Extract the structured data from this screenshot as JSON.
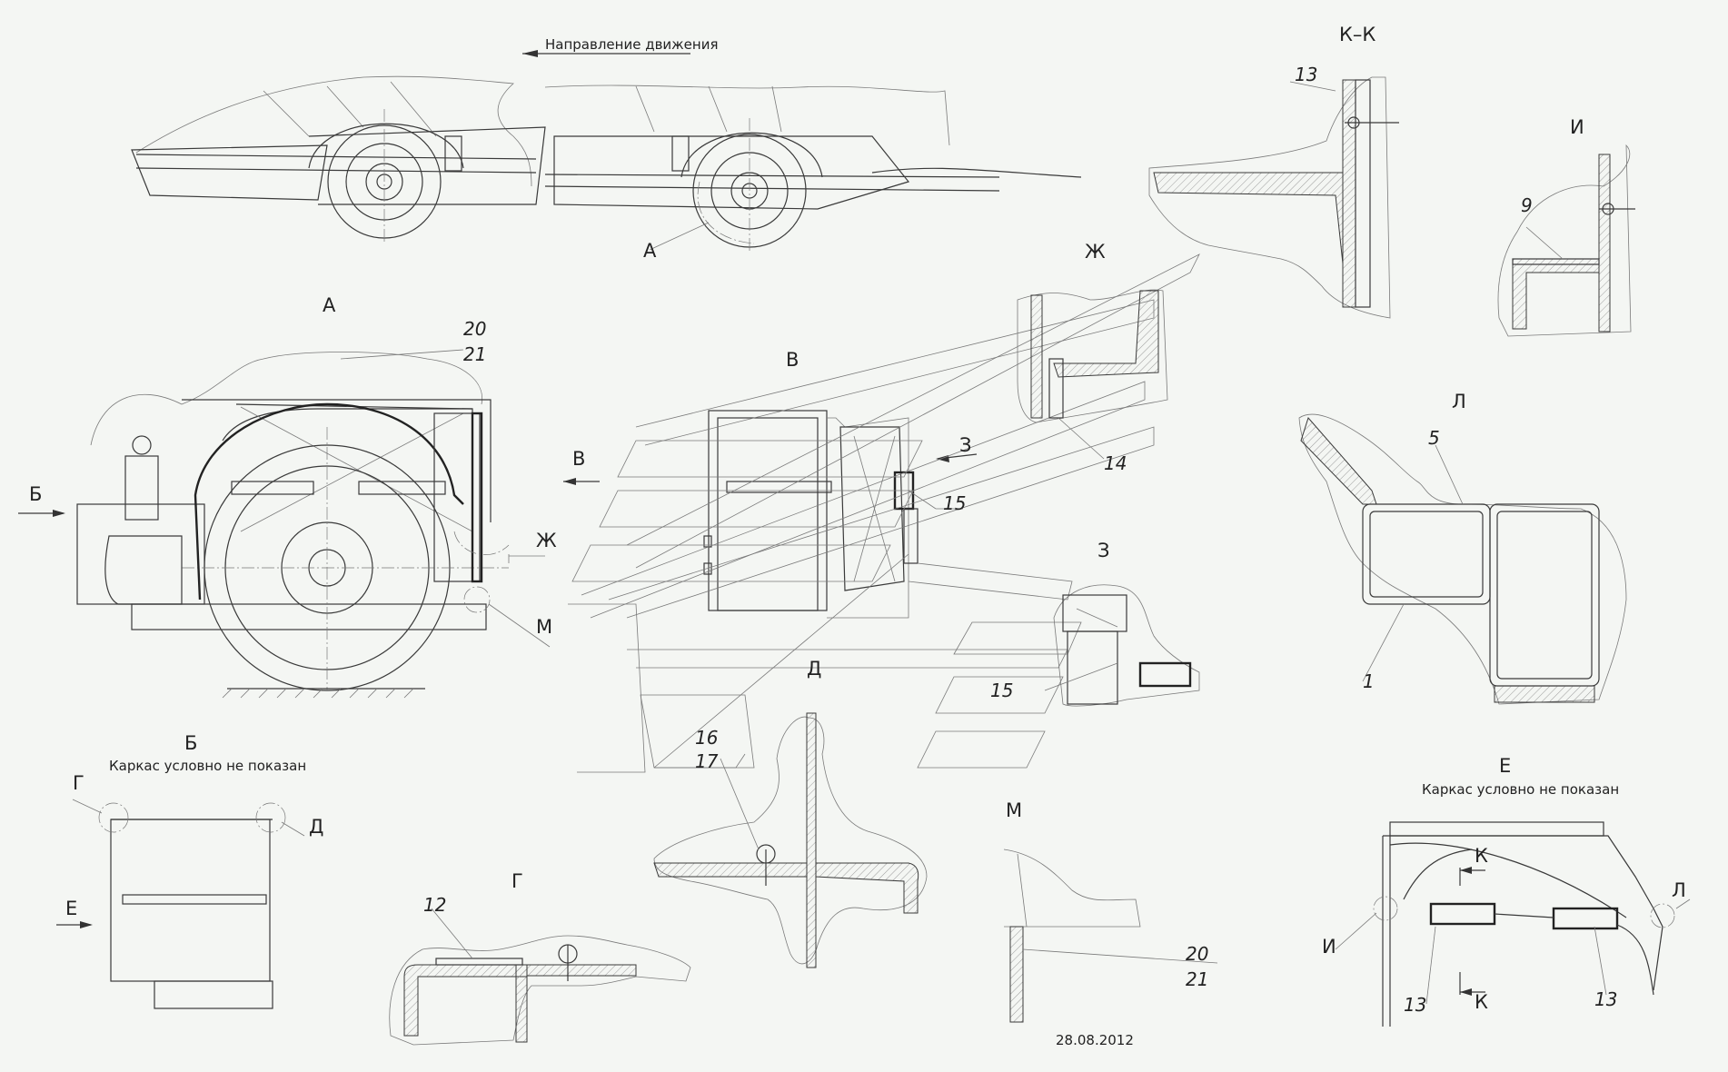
{
  "direction_label": "Направление движения",
  "frame_note": "Каркас условно не показан",
  "date": "28.08.2012",
  "view_labels": {
    "a_top": "А",
    "a_main": "А",
    "b": "Б",
    "b_arrow": "Б",
    "v": "В",
    "v_arrow": "В",
    "zh": "Ж",
    "zh_arrow": "Ж",
    "z": "З",
    "z_arrow": "З",
    "m": "М",
    "m_arrow": "М",
    "d": "Д",
    "d_ref": "Д",
    "g": "Г",
    "g_ref": "Г",
    "e": "Е",
    "e_arrow": "Е",
    "kk": "К–К",
    "k_top": "К",
    "k_bottom": "К",
    "i": "И",
    "i_ref": "И",
    "l": "Л",
    "l_ref": "Л"
  },
  "callouts": {
    "n20a": "20",
    "n21a": "21",
    "n13kk": "13",
    "n9": "9",
    "n14": "14",
    "n15v": "15",
    "n15z": "15",
    "n5": "5",
    "n1": "1",
    "n16": "16",
    "n17": "17",
    "n12": "12",
    "n20m": "20",
    "n21m": "21",
    "n13e1": "13",
    "n13e2": "13"
  }
}
